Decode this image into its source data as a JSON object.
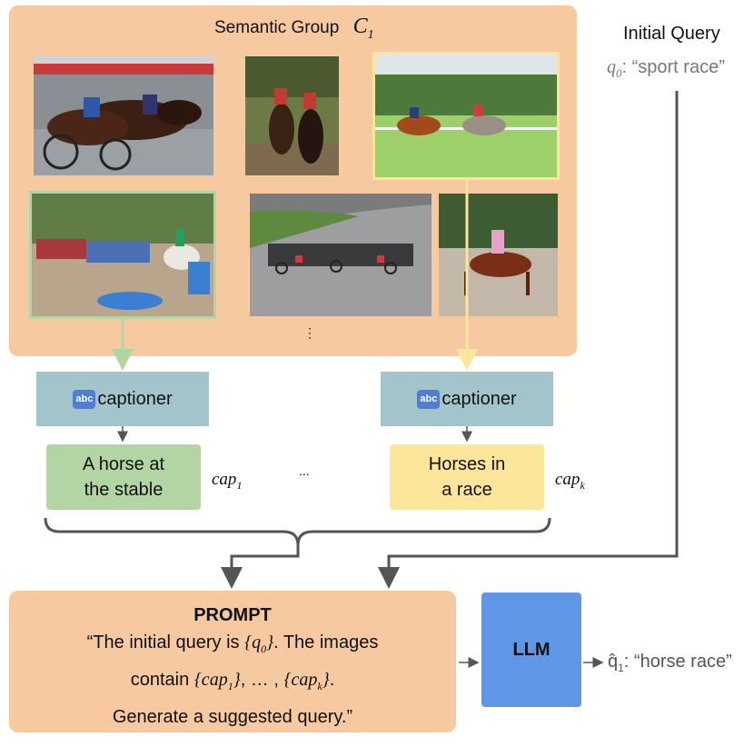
{
  "semantic_group": {
    "label": "Semantic Group",
    "symbol": "C",
    "symbol_sub": "1",
    "ellipsis": "⋮"
  },
  "initial_query": {
    "heading": "Initial Query",
    "var": "q",
    "var_sub": "0",
    "text": ": “sport race”"
  },
  "captioner": {
    "icon_text": "abc",
    "label": "captioner"
  },
  "captions": [
    {
      "line1": "A horse at",
      "line2": "the stable",
      "tag": "cap",
      "tag_sub": "1",
      "color": "#b3d5a3"
    },
    {
      "line1": "Horses in",
      "line2": "a race",
      "tag": "cap",
      "tag_sub": "k",
      "color": "#fde69a"
    }
  ],
  "middle_ellipsis": "...",
  "prompt": {
    "title": "PROMPT",
    "l1_a": "“The initial query is ",
    "l1_b": "{q",
    "l1_sub": "0",
    "l1_c": "}",
    "l1_d": ". The images",
    "l2_a": "contain ",
    "l2_b": "{cap",
    "l2_sub1": "1",
    "l2_c": "}",
    "l2_d": ", … , ",
    "l2_e": "{cap",
    "l2_sub2": "k",
    "l2_f": "}",
    "l2_g": ".",
    "l3": "Generate a suggested query.”"
  },
  "llm": {
    "label": "LLM"
  },
  "output": {
    "var": "q̂",
    "var_sub": "1",
    "text": ": “horse race”"
  },
  "colors": {
    "group_bg": "#f7c9a0",
    "captioner_bg": "#a3c4cb",
    "llm_bg": "#6096e6",
    "green": "#b3d5a3",
    "yellow": "#fde69a",
    "arrow": "#555555"
  }
}
